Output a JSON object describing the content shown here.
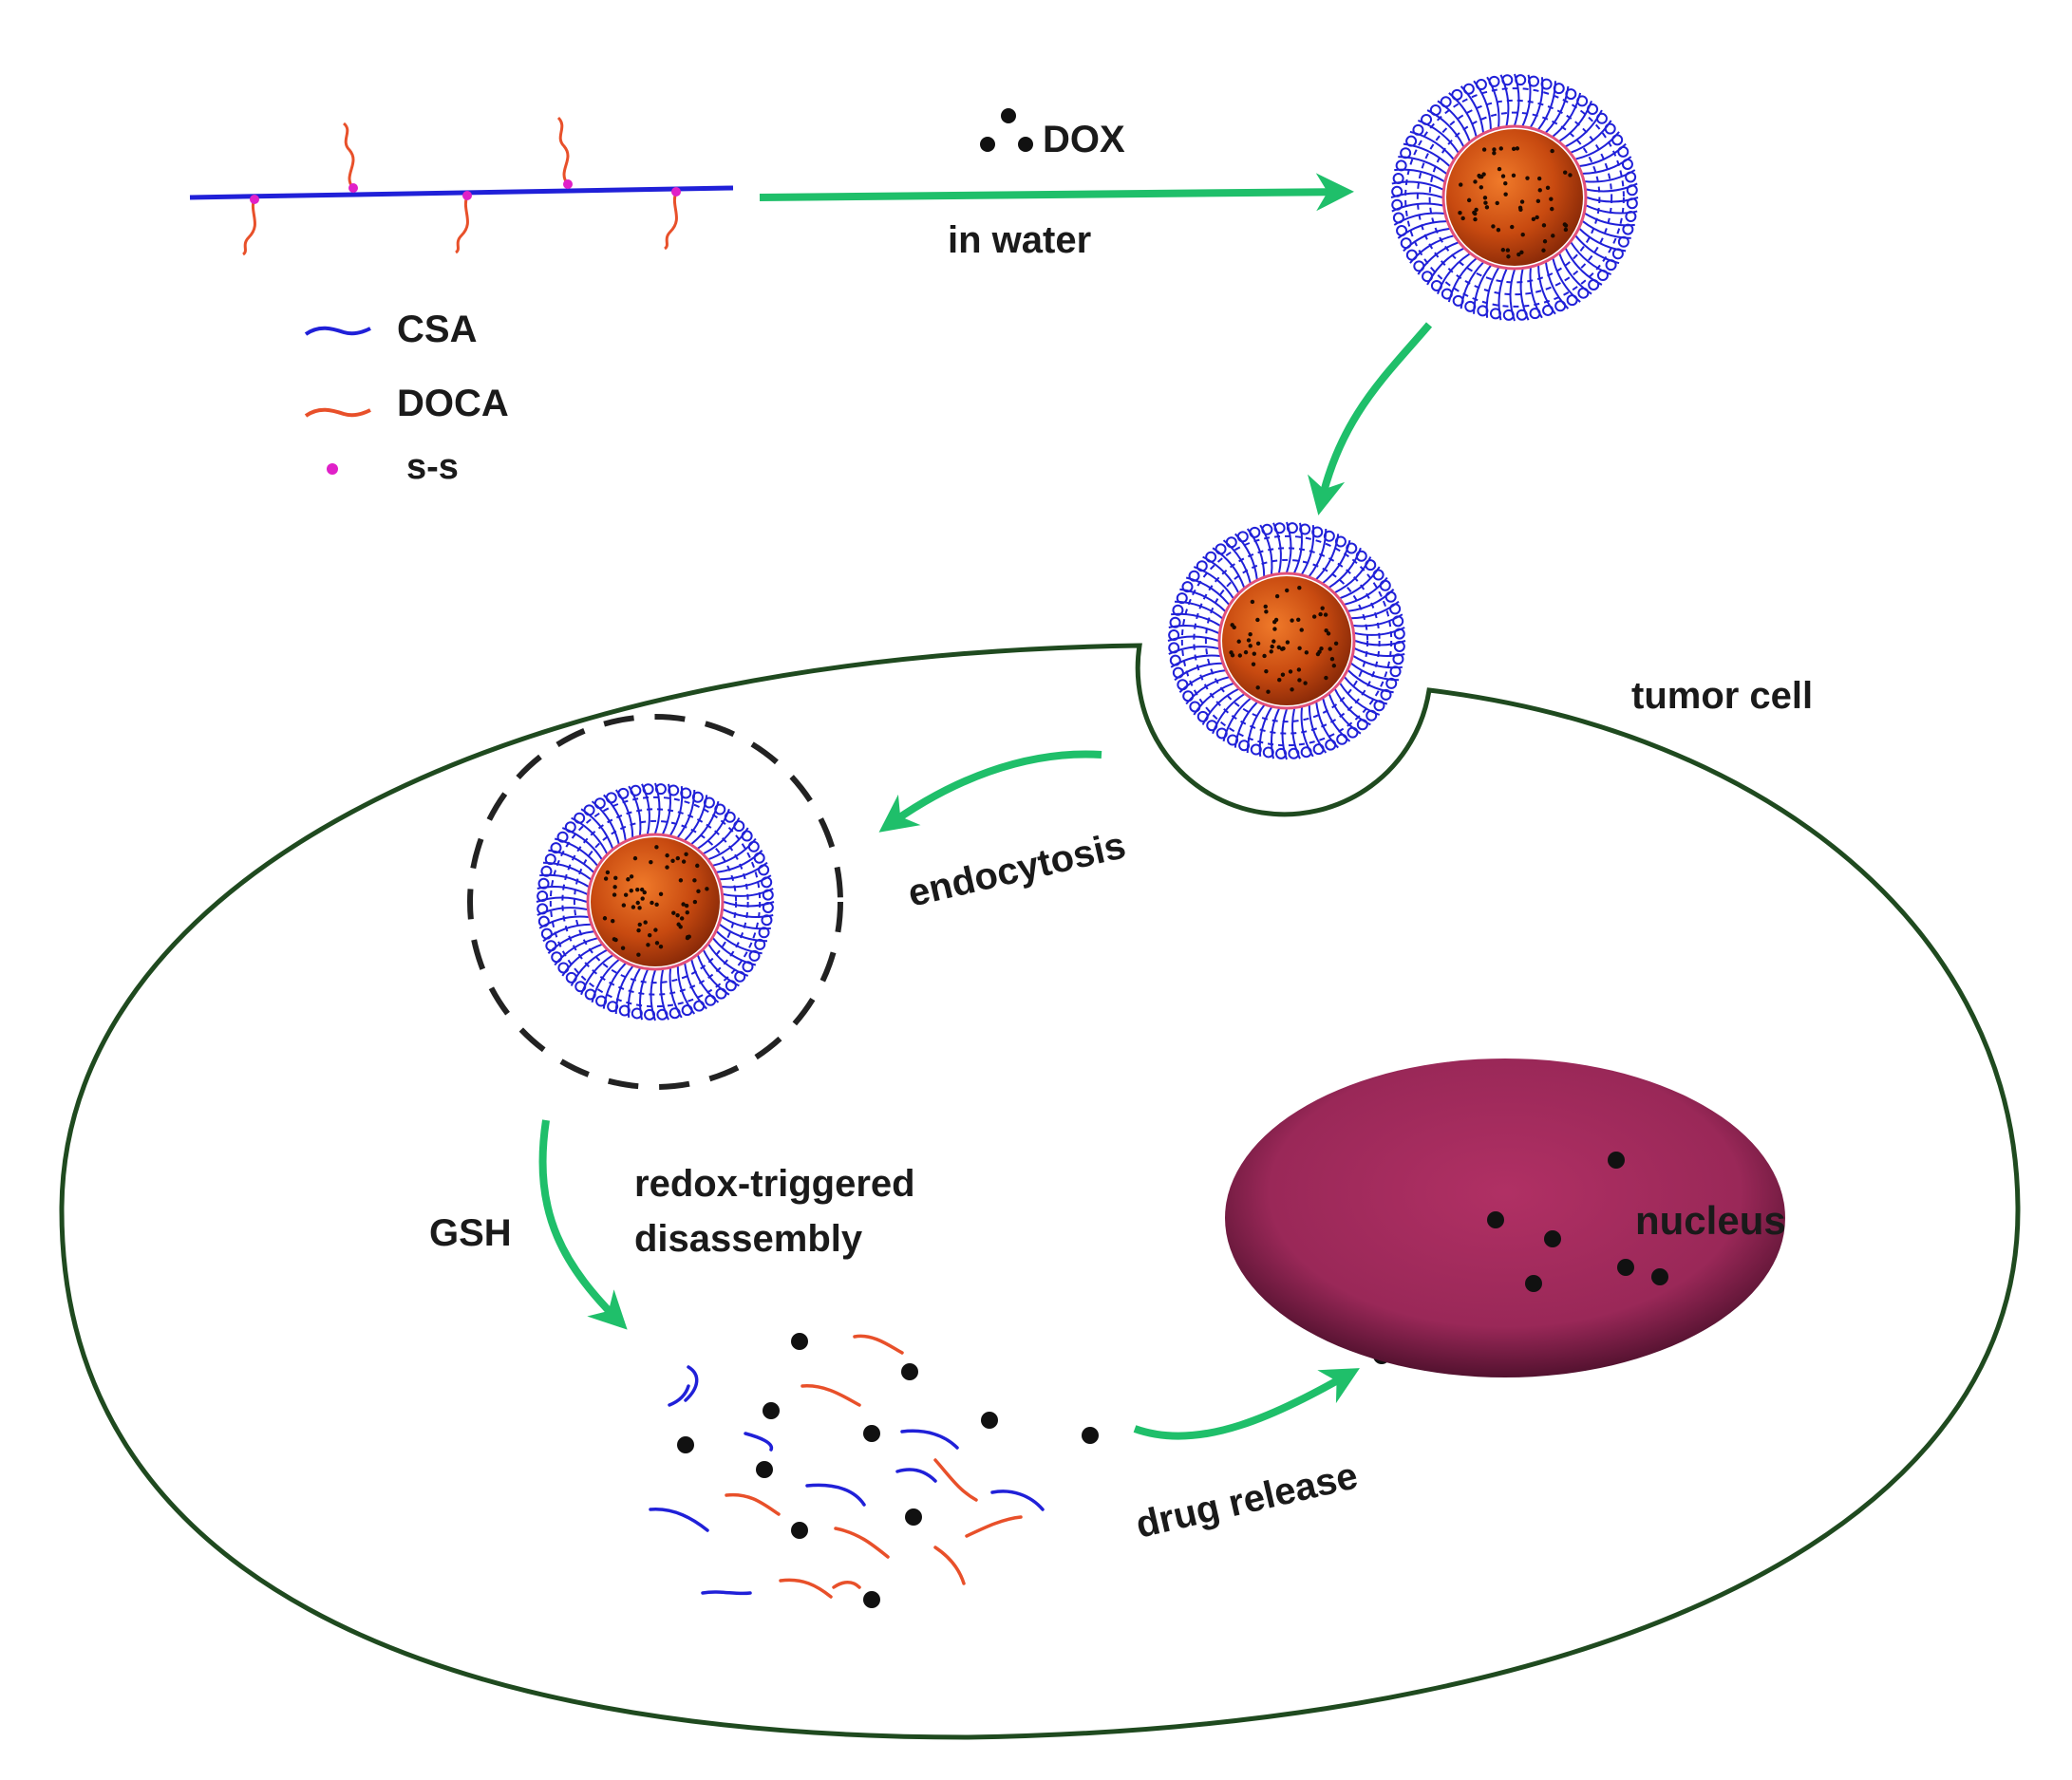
{
  "labels": {
    "dox": "DOX",
    "in_water": "in water",
    "legend_csa": "CSA",
    "legend_doca": "DOCA",
    "legend_ss": "s-s",
    "tumor_cell": "tumor cell",
    "endocytosis": "endocytosis",
    "gsh": "GSH",
    "redox_line1": "redox-triggered",
    "redox_line2": "disassembly",
    "drug_release": "drug release",
    "nucleus": "nucleus"
  },
  "colors": {
    "csa": "#2020d8",
    "doca": "#e8502a",
    "ss": "#e020c8",
    "arrow": "#1fbf6a",
    "membrane": "#1f4a1f",
    "core": "#c24a10",
    "nucleus": "#9a2a5c",
    "drug": "#111111"
  },
  "icons": [
    "dox-dots-icon",
    "micelle-icon",
    "arrow-icon",
    "nucleus-icon"
  ]
}
